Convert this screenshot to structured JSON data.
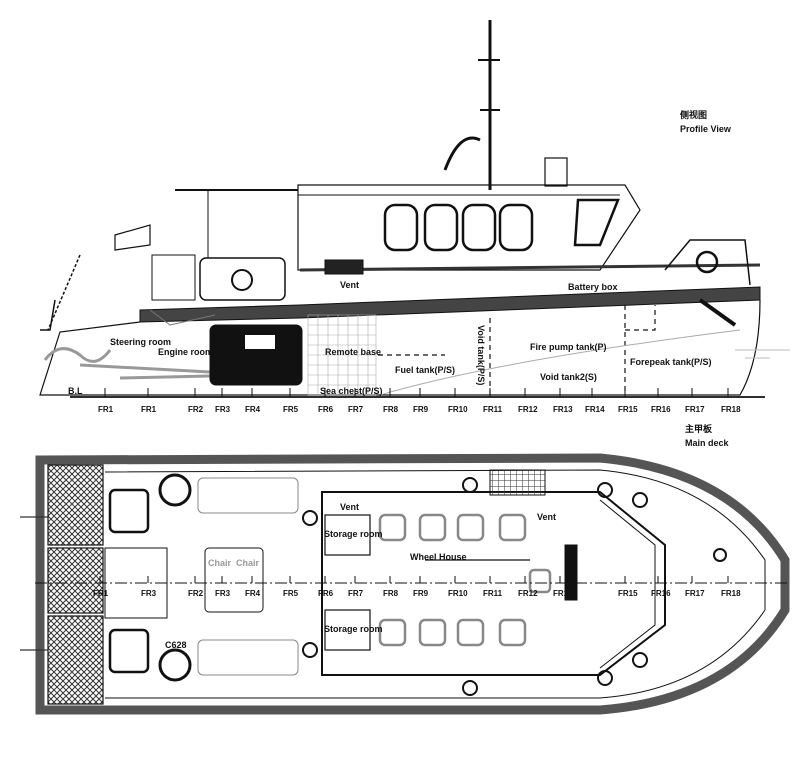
{
  "profile": {
    "title_cn": "侧视图",
    "title": "Profile View",
    "labels": {
      "vent": "Vent",
      "battery_box": "Battery box",
      "fire_pump_tank": "Fire pump tank(P)",
      "void_tank": "Void tank2(S)",
      "forepeak_tank": "Forepeak tank(P/S)",
      "engine_room": "Engine room(P/S)",
      "steering_room": "Steering room",
      "remote_base": "Remote base",
      "fuel_tank": "Fuel tank(P/S)",
      "sea_chest": "Sea chest(P/S)",
      "void_tank_vertical": "Void tank(P/S)",
      "baseline": "B.L"
    },
    "frames": [
      "FR1",
      "FR1",
      "FR2",
      "FR3",
      "FR4",
      "FR5",
      "FR6",
      "FR7",
      "FR8",
      "FR9",
      "FR10",
      "FR11",
      "FR12",
      "FR13",
      "FR14",
      "FR15",
      "FR16",
      "FR17",
      "FR18"
    ]
  },
  "plan": {
    "title_cn": "主甲板",
    "title": "Main deck",
    "labels": {
      "wheel_house": "Wheel House",
      "storage_room_1": "Storage room",
      "storage_room_2": "Storage room",
      "vent_1": "Vent",
      "vent_2": "Vent",
      "chair_1": "Chair",
      "chair_2": "Chair",
      "c628": "C628"
    },
    "frames": [
      "FR1",
      "FR3",
      "FR2",
      "FR3",
      "FR4",
      "FR5",
      "FR6",
      "FR7",
      "FR8",
      "FR9",
      "FR10",
      "FR11",
      "FR12",
      "FR13",
      "FR15",
      "FR16",
      "FR17",
      "FR18"
    ]
  }
}
